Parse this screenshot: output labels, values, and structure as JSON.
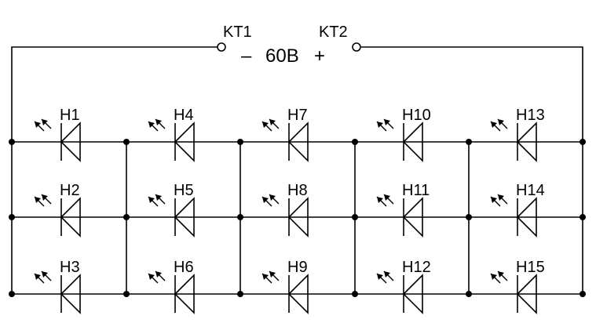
{
  "terminals": [
    {
      "label": "KT1"
    },
    {
      "label": "KT2"
    }
  ],
  "supply": {
    "minus": "–",
    "voltage": "60В",
    "plus": "+"
  },
  "leds": [
    [
      "H1",
      "H2",
      "H3"
    ],
    [
      "H4",
      "H5",
      "H6"
    ],
    [
      "H7",
      "H8",
      "H9"
    ],
    [
      "H10",
      "H11",
      "H12"
    ],
    [
      "H13",
      "H14",
      "H15"
    ]
  ]
}
